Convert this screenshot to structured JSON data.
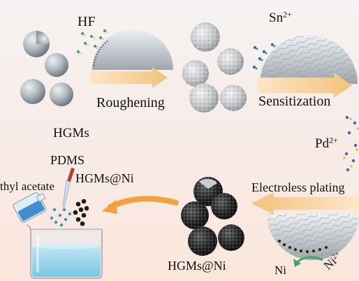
{
  "labels": {
    "hf": "HF",
    "sn": {
      "base": "Sn",
      "sup": "2+"
    },
    "roughening": "Roughening",
    "sensitization": "Sensitization",
    "hgms": "HGMs",
    "pd": {
      "base": "Pd",
      "sup": "2+"
    },
    "pdms": "PDMS",
    "hgms_ni_top": "HGMs@Ni",
    "ethyl_acetate": "thyl acetate",
    "electroless_plating": "Electroless plating",
    "hgms_ni_bottom": "HGMs@Ni",
    "ni": "Ni",
    "ni2": {
      "base": "Ni",
      "sup": "2+"
    }
  },
  "colors": {
    "sphere": "#a9b1b8",
    "arrow": "#f2c88a",
    "orange_arrow": "#f2a23c",
    "pipette_tip": "#c0392b",
    "liquid": "#9bd4ea"
  }
}
